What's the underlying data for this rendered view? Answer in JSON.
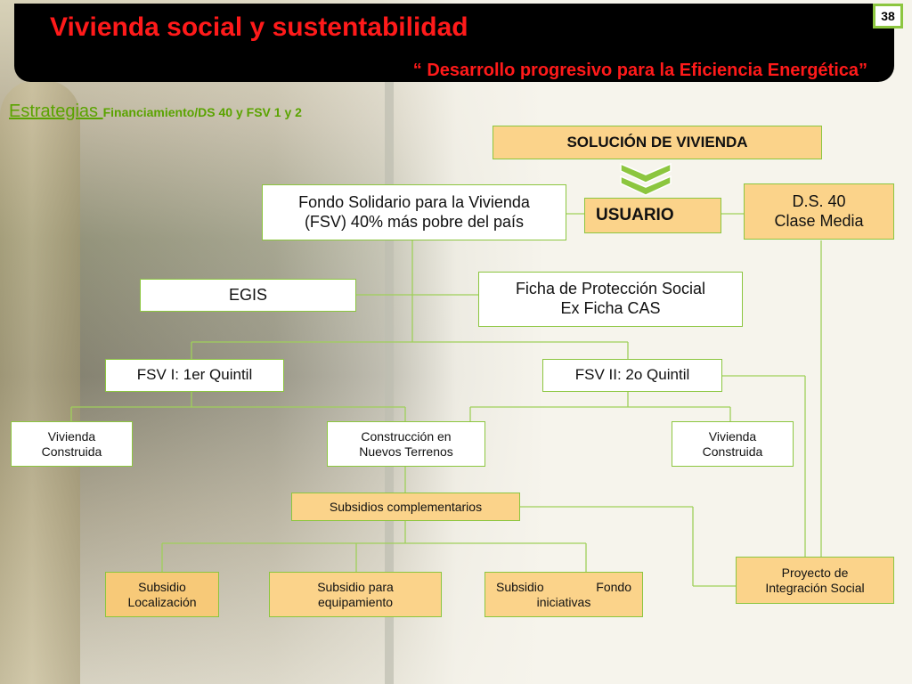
{
  "header": {
    "title": "Vivienda social y sustentabilidad",
    "subtitle": "“ Desarrollo progresivo para la Eficiencia Energética”",
    "page_number": "38"
  },
  "strategies": {
    "label": "Estrategias ",
    "sublabel": "Financiamiento/DS 40 y FSV 1 y 2"
  },
  "nodes": {
    "solucion": "SOLUCIÓN DE VIVIENDA",
    "usuario": "USUARIO",
    "ds40_line1": "D.S. 40",
    "ds40_line2": "Clase Media",
    "fsv_line1": "Fondo Solidario para la Vivienda",
    "fsv_line2": "(FSV) 40% más pobre del país",
    "egis": "EGIS",
    "ficha_line1": "Ficha de Protección Social",
    "ficha_line2": "Ex Ficha CAS",
    "fsv1": "FSV I: 1er Quintil",
    "fsv2": "FSV II: 2o Quintil",
    "vivienda_construida_left_1": "Vivienda",
    "vivienda_construida_left_2": "Construida",
    "construccion_1": "Construcción en",
    "construccion_2": "Nuevos Terrenos",
    "vivienda_construida_right_1": "Vivienda",
    "vivienda_construida_right_2": "Construida",
    "subsidios_complementarios": "Subsidios complementarios",
    "subsidio_localizacion_1": "Subsidio",
    "subsidio_localizacion_2": "Localización",
    "subsidio_equipamiento_1": "Subsidio para",
    "subsidio_equipamiento_2": "equipamiento",
    "subsidio_fondo_1": "Subsidio",
    "subsidio_fondo_1b": "Fondo",
    "subsidio_fondo_2": "iniciativas",
    "proyecto_1": "Proyecto de",
    "proyecto_2": "Integración Social"
  },
  "colors": {
    "accent_green": "#8cc63f",
    "title_red": "#ff1a1a",
    "peach": "#fbd38a"
  }
}
